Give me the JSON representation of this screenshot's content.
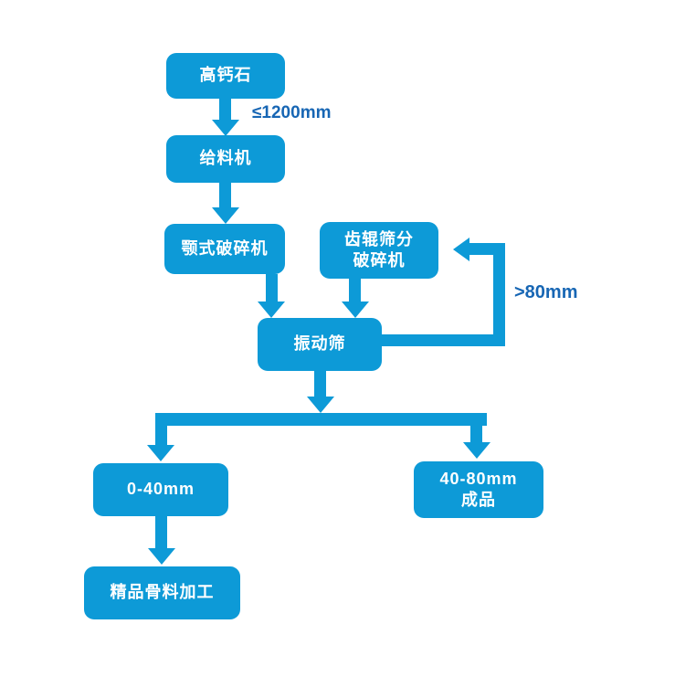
{
  "diagram": {
    "type": "flowchart",
    "accent_color": "#0D9AD7",
    "edge_label_color": "#1766B4",
    "background_color": "#FFFFFF",
    "nodes": [
      {
        "id": "high-calcium-stone",
        "label": "高钙石"
      },
      {
        "id": "feeder",
        "label": "给料机"
      },
      {
        "id": "jaw-crusher",
        "label": "颚式破碎机"
      },
      {
        "id": "toothed-roller-crusher",
        "line1": "齿辊筛分",
        "line2": "破碎机"
      },
      {
        "id": "vibrating-screen",
        "label": "振动筛"
      },
      {
        "id": "fraction-0-40",
        "label": "0-40mm"
      },
      {
        "id": "fraction-40-80",
        "line1": "40-80mm",
        "line2": "成品"
      },
      {
        "id": "premium-aggregate",
        "label": "精品骨料加工"
      }
    ],
    "edge_labels": {
      "feed_size": "≤1200mm",
      "oversize_return": ">80mm"
    },
    "edges": [
      "高钙石 → 给料机 (≤1200mm)",
      "给料机 → 颚式破碎机",
      "颚式破碎机 → 振动筛",
      "齿辊筛分破碎机 → 振动筛",
      "振动筛 → 齿辊筛分破碎机 (>80mm 返回)",
      "振动筛 → 0-40mm",
      "振动筛 → 40-80mm 成品",
      "0-40mm → 精品骨料加工"
    ]
  }
}
